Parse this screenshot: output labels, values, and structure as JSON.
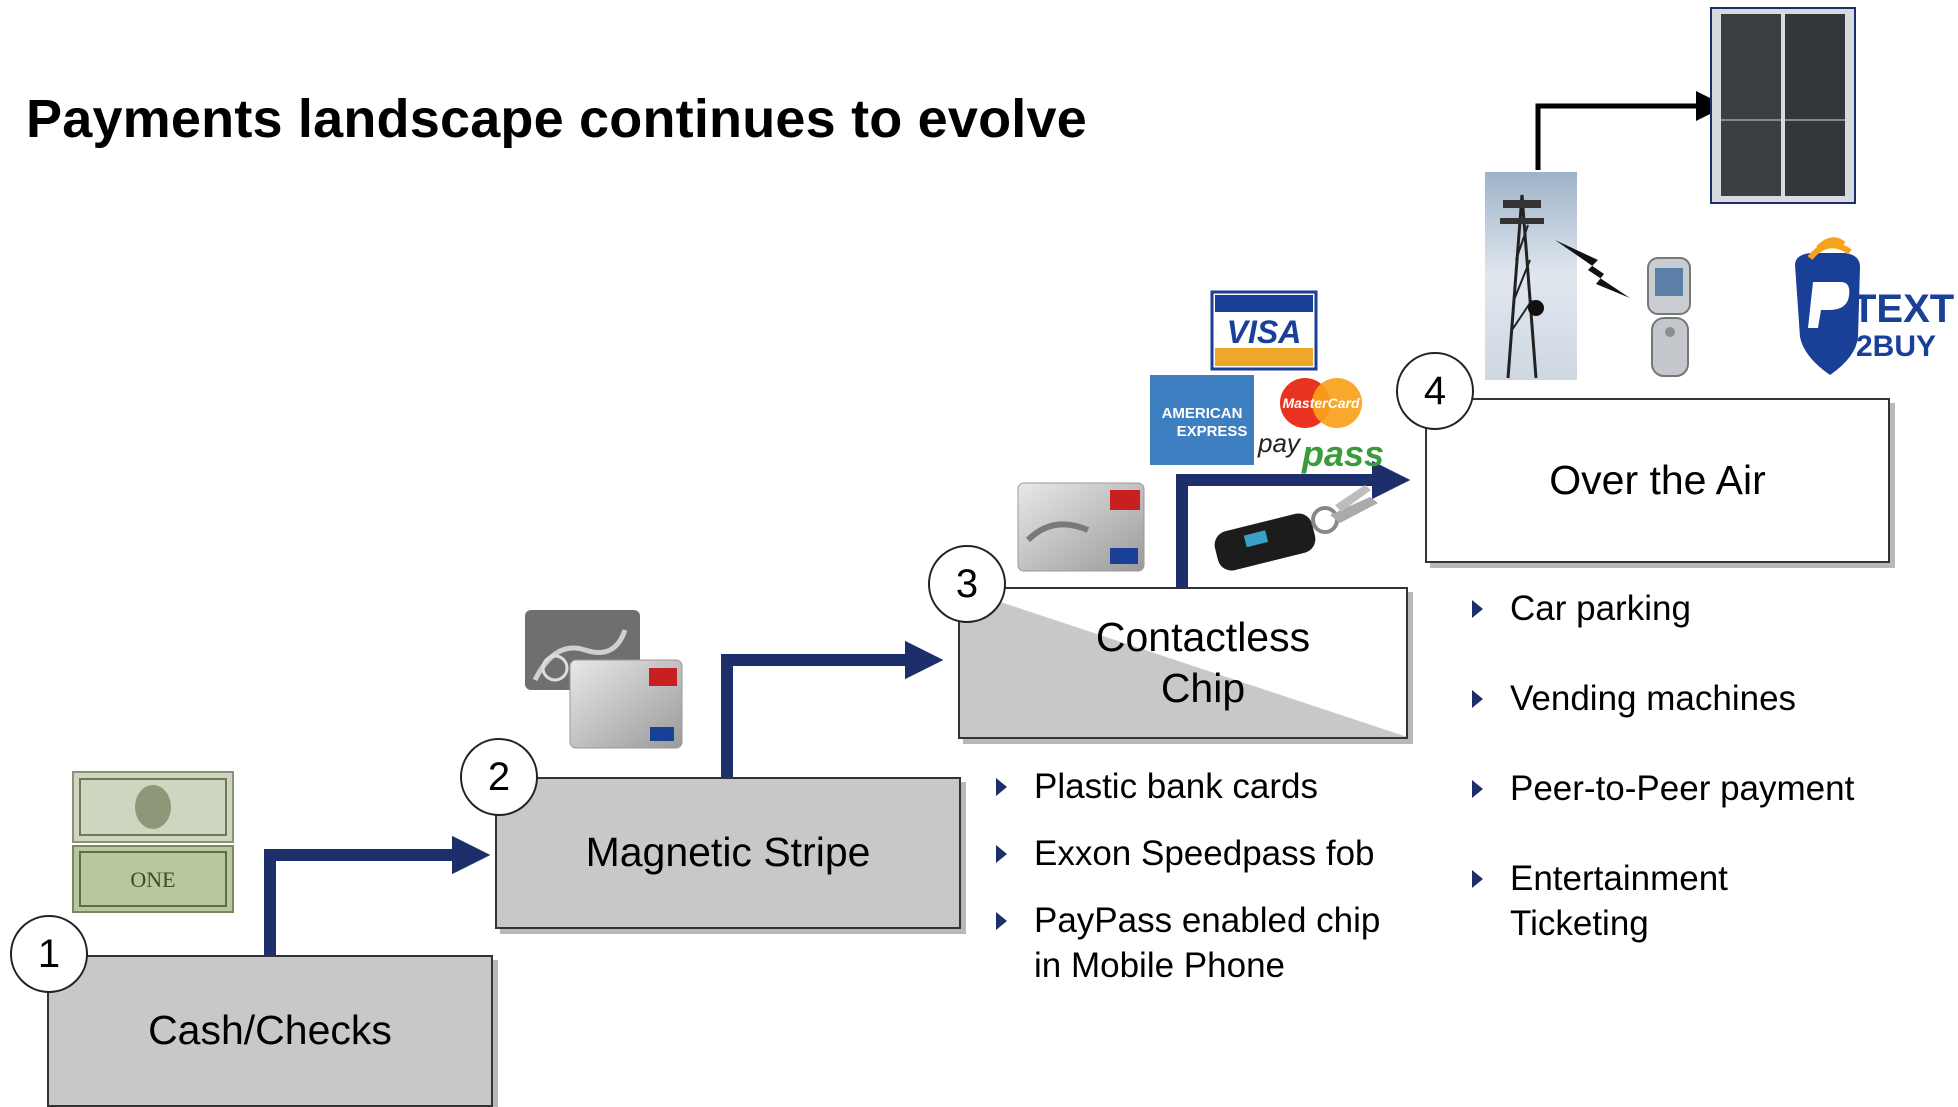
{
  "title": "Payments landscape continues to evolve",
  "stages": [
    {
      "number": "1",
      "label": "Cash/Checks"
    },
    {
      "number": "2",
      "label": "Magnetic Stripe"
    },
    {
      "number": "3",
      "label_line1": "Contactless",
      "label_line2": "Chip"
    },
    {
      "number": "4",
      "label": "Over the Air"
    }
  ],
  "contactless_bullets": [
    "Plastic bank cards",
    "Exxon Speedpass fob",
    "PayPass enabled chip in Mobile Phone"
  ],
  "ota_bullets": [
    "Car parking",
    "Vending machines",
    "Peer-to-Peer payment",
    "Entertainment Ticketing"
  ],
  "logos": {
    "visa": "VISA",
    "amex_line1": "AMERICAN",
    "amex_line2": "EXPRESS",
    "mastercard": "MasterCard",
    "paypass_pay": "pay",
    "paypass_pass": "pass",
    "text2buy_line1": "TEXT",
    "text2buy_line2": "2BUY",
    "dollar_word": "ONE"
  },
  "colors": {
    "arrow": "#1d2f6b",
    "stage_gray": "#c8c8c8",
    "amex_blue": "#3d7fc1",
    "mastercard_red": "#e9321f",
    "mastercard_yellow": "#f7a21b",
    "paypass_green": "#3a9b3a",
    "visa_blue": "#1a3f97",
    "visa_gold": "#f0a52b"
  }
}
